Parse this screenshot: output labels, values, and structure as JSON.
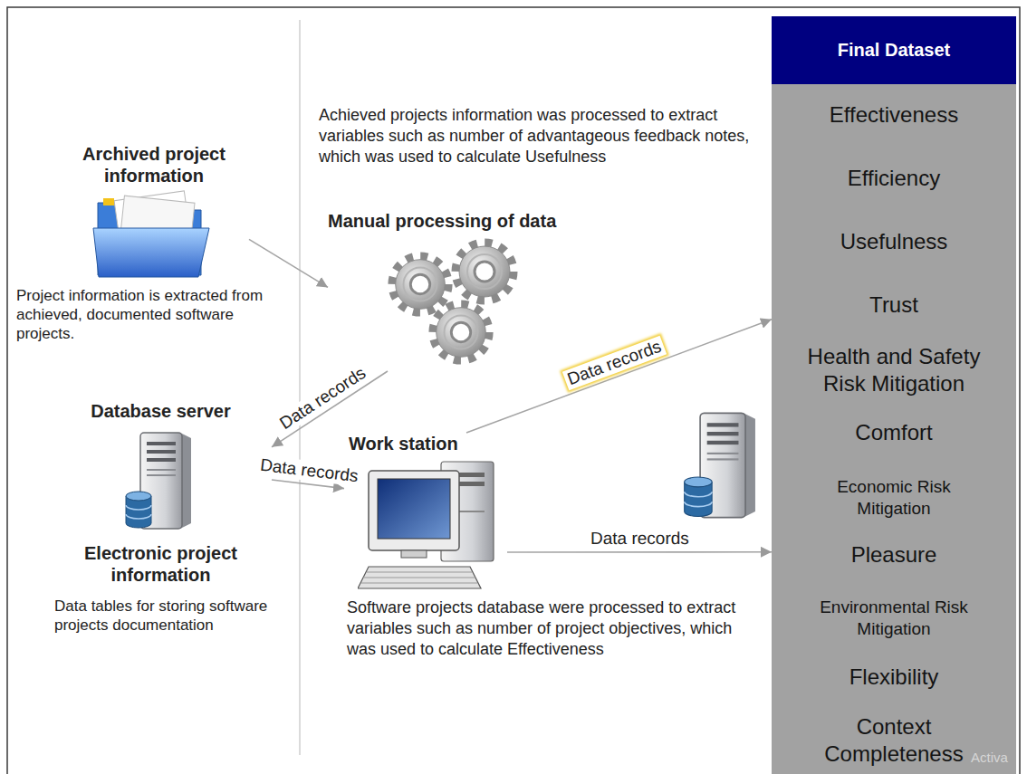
{
  "diagram": {
    "nodes": [
      {
        "text": [
          "Archived project information"
        ]
      },
      {
        "text": [
          "Manual processing of data"
        ]
      },
      {
        "text": [
          "Database server",
          "Electronic project information",
          "Data tables for storing software projects documentation"
        ]
      },
      {
        "text": [
          "Work station"
        ]
      },
      {
        "text": [
          "Final Dataset",
          "Effectiveness",
          "Efficiency",
          "Usefulness",
          "Trust",
          "Health and Safety Risk Mitigation",
          "Comfort",
          "Economic Risk Mitigation",
          "Pleasure",
          "Environmental Risk Mitigation",
          "Flexibility",
          "Context Completeness"
        ]
      }
    ],
    "edges": [
      {
        "from": 0,
        "to": 1,
        "arrow": "to"
      },
      {
        "from": 1,
        "to": 2,
        "label": "Data records",
        "arrow": "to"
      },
      {
        "from": 2,
        "to": 3,
        "label": "Data records",
        "arrow": "to"
      },
      {
        "from": 3,
        "to": 4,
        "label": "Data records",
        "arrow": "to"
      },
      {
        "from": 3,
        "to": 4,
        "label": "Data records",
        "arrow": "to"
      }
    ],
    "labels": [
      "Achieved projects information was processed to extract variables such as number of advantageous feedback notes, which was used to calculate Usefulness",
      "Project information is extracted from achieved, documented software projects.",
      "Software projects database were processed to extract variables such as number of project objectives, which was used to calculate Effectiveness",
      "Activa"
    ]
  }
}
